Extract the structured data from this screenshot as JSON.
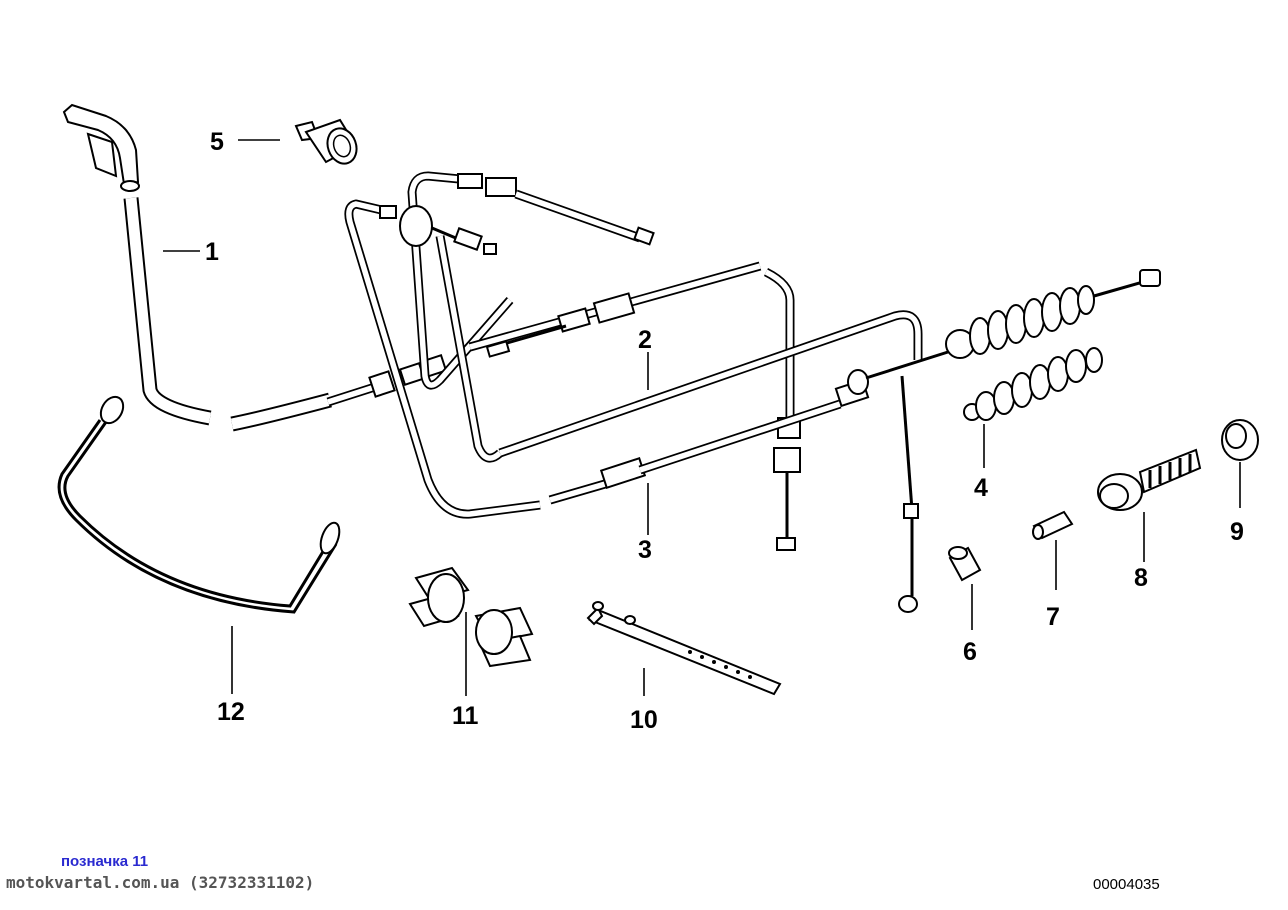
{
  "callouts": [
    {
      "id": "1",
      "label": "1"
    },
    {
      "id": "2",
      "label": "2"
    },
    {
      "id": "3",
      "label": "3"
    },
    {
      "id": "4",
      "label": "4"
    },
    {
      "id": "5",
      "label": "5"
    },
    {
      "id": "6",
      "label": "6"
    },
    {
      "id": "7",
      "label": "7"
    },
    {
      "id": "8",
      "label": "8"
    },
    {
      "id": "9",
      "label": "9"
    },
    {
      "id": "10",
      "label": "10"
    },
    {
      "id": "11",
      "label": "11"
    },
    {
      "id": "12",
      "label": "12"
    }
  ],
  "footer": {
    "label": "позначка 11",
    "site": "motokvartal.com.ua (32732331102)",
    "diagram_code": "00004035"
  },
  "colors": {
    "line": "#000000",
    "background": "#ffffff",
    "footer_label": "#2a2ad0",
    "footer_site": "#555555"
  }
}
